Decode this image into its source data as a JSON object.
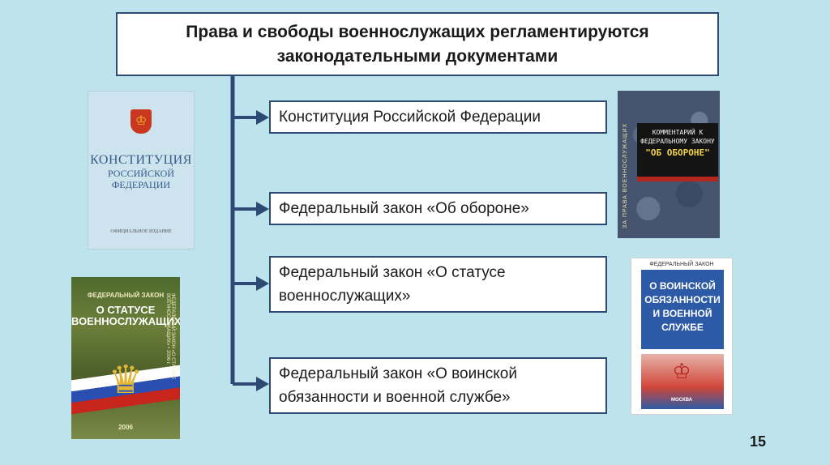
{
  "title": {
    "line1": "Права и свободы военнослужащих регламентируются",
    "line2": "законодательными документами"
  },
  "items": [
    {
      "lines": [
        "Конституция Российской Федерации"
      ]
    },
    {
      "lines": [
        "Федеральный закон «Об обороне»"
      ]
    },
    {
      "lines": [
        "Федеральный закон «О статусе",
        "военнослужащих»"
      ]
    },
    {
      "lines": [
        "Федеральный закон «О воинской",
        "обязанности и военной службе»"
      ]
    }
  ],
  "books": {
    "constitution": {
      "title": "КОНСТИТУЦИЯ",
      "sub1": "РОССИЙСКОЙ",
      "sub2": "ФЕДЕРАЦИИ",
      "edition": "ОФИЦИАЛЬНОЕ ИЗДАНИЕ"
    },
    "defense": {
      "spine": "ЗА ПРАВА ВОЕННОСЛУЖАЩИХ",
      "line1": "КОММЕНТАРИЙ К",
      "line2": "ФЕДЕРАЛЬНОМУ ЗАКОНУ",
      "line3": "\"ОБ ОБОРОНЕ\""
    },
    "status": {
      "header": "ФЕДЕРАЛЬНЫЙ ЗАКОН",
      "title1": "О СТАТУСЕ",
      "title2": "ВОЕННОСЛУЖАЩИХ",
      "year": "2006",
      "spine": "ФЕДЕРАЛЬНЫЙ ЗАКОН «О СТАТУСЕ ВОЕННОСЛУЖАЩИХ» • 2006 г."
    },
    "duty": {
      "header": "ФЕДЕРАЛЬНЫЙ ЗАКОН",
      "t1": "О ВОИНСКОЙ",
      "t2": "ОБЯЗАННОСТИ",
      "t3": "И ВОЕННОЙ",
      "t4": "СЛУЖБЕ",
      "city": "МОСКВА"
    }
  },
  "page_number": "15",
  "colors": {
    "background": "#bde3ec",
    "frame": "#2e4a74",
    "connector": "#2e4a74"
  }
}
